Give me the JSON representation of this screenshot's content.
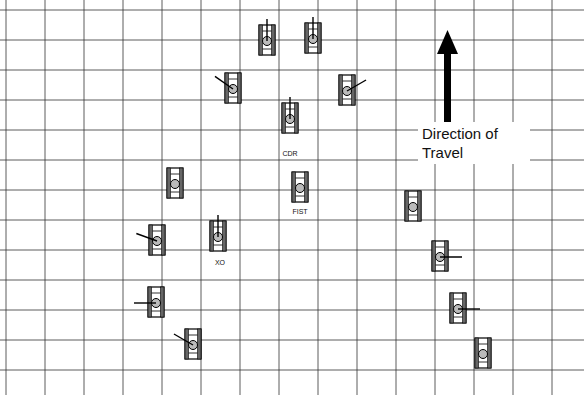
{
  "diagram": {
    "labels": [
      "Direction of Travel",
      "CDR",
      "FIST",
      "XO"
    ]
  }
}
